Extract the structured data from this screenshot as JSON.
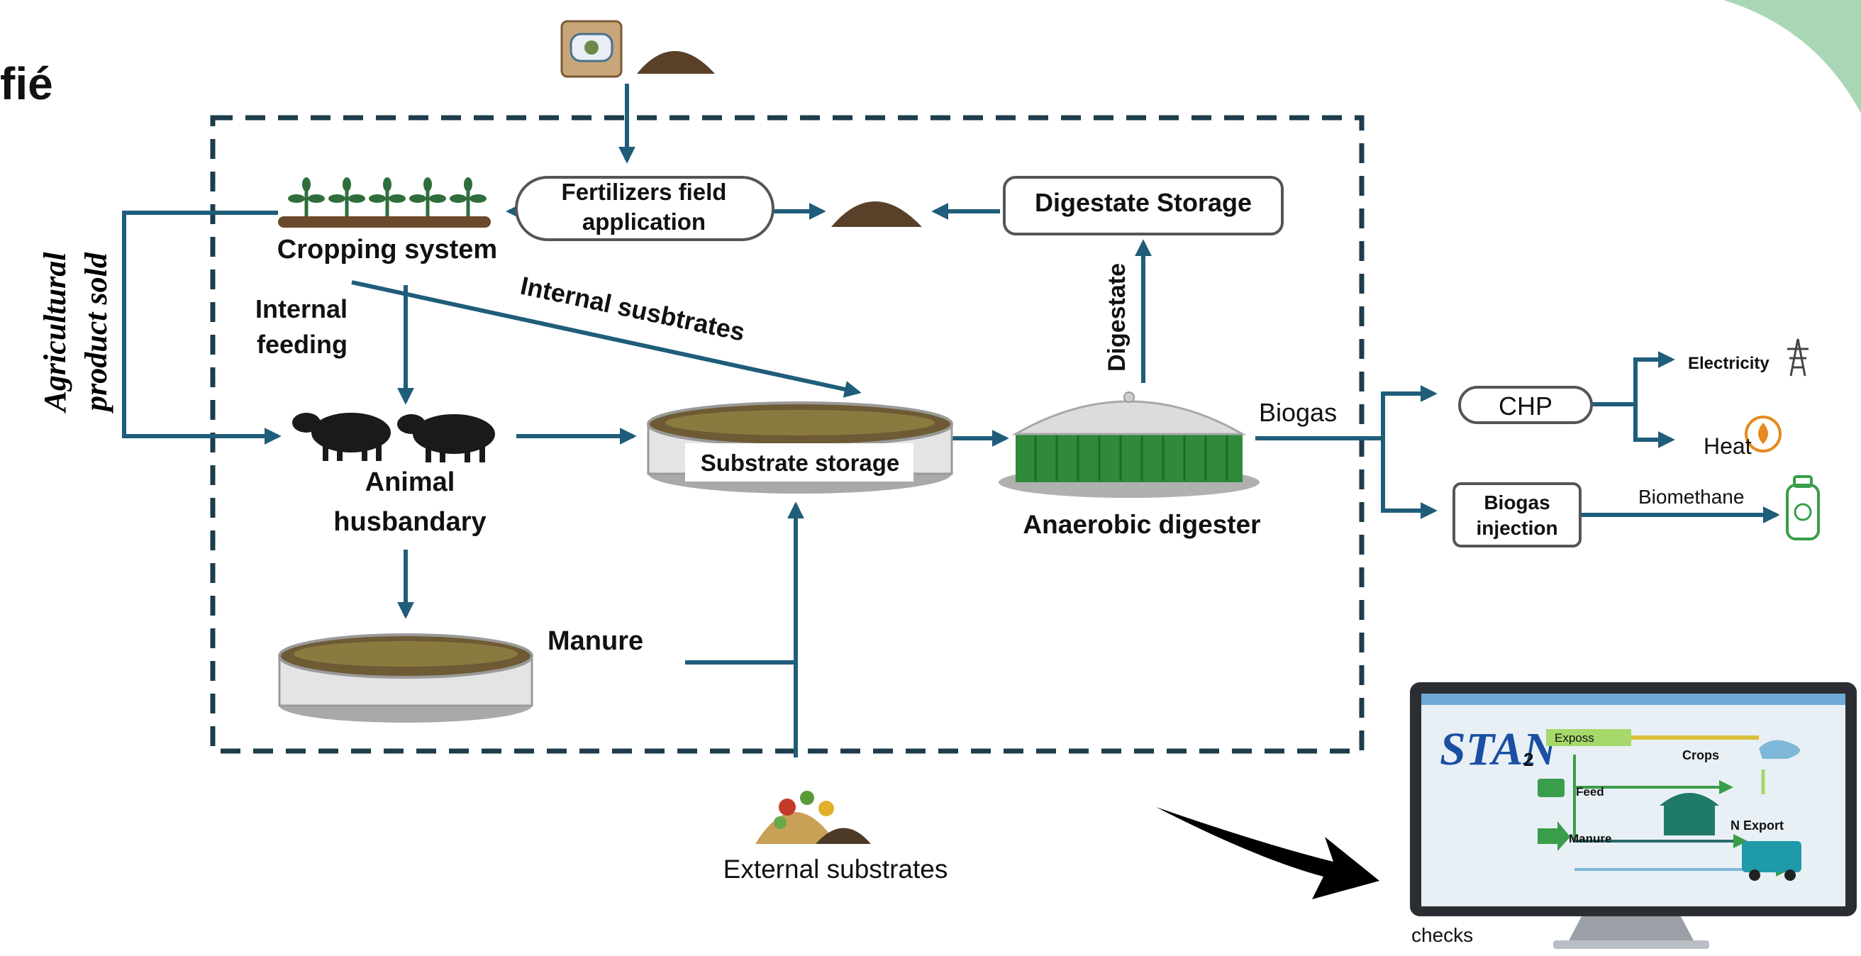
{
  "page": {
    "partial_title": "fié",
    "bottom_caption": "checks"
  },
  "diagram": {
    "nodes": {
      "cropping_system": "Cropping system",
      "fertilizers_line1": "Fertilizers field",
      "fertilizers_line2": "application",
      "digestate_storage": "Digestate Storage",
      "internal_feeding_line1": "Internal",
      "internal_feeding_line2": "feeding",
      "internal_substrates": "Internal susbtrates",
      "digestate": "Digestate",
      "animal_line1": "Animal",
      "animal_line2": "husbandary",
      "substrate_storage": "Substrate storage",
      "anaerobic_digester": "Anaerobic digester",
      "biogas": "Biogas",
      "chp": "CHP",
      "electricity": "Electricity",
      "heat": "Heat",
      "biogas_injection_line1": "Biogas",
      "biogas_injection_line2": "injection",
      "biomethane": "Biomethane",
      "manure": "Manure",
      "external_substrates": "External substrates",
      "agri_line1": "Agricultural",
      "agri_line2": "product sold"
    },
    "colors": {
      "flow": "#1f5d7a",
      "border": "#1d3c4c",
      "digester": "#2f8a3a",
      "accent_corner": "#a9d7b6",
      "soil": "#5a4028",
      "stan_blue": "#1a4fa3"
    }
  },
  "monitor": {
    "logo": "STAN",
    "logo_sub": "2",
    "labels": {
      "expose": "Exposs",
      "crops": "Crops",
      "feed": "Feed",
      "manure": "Manure",
      "n_export": "N Export"
    }
  }
}
